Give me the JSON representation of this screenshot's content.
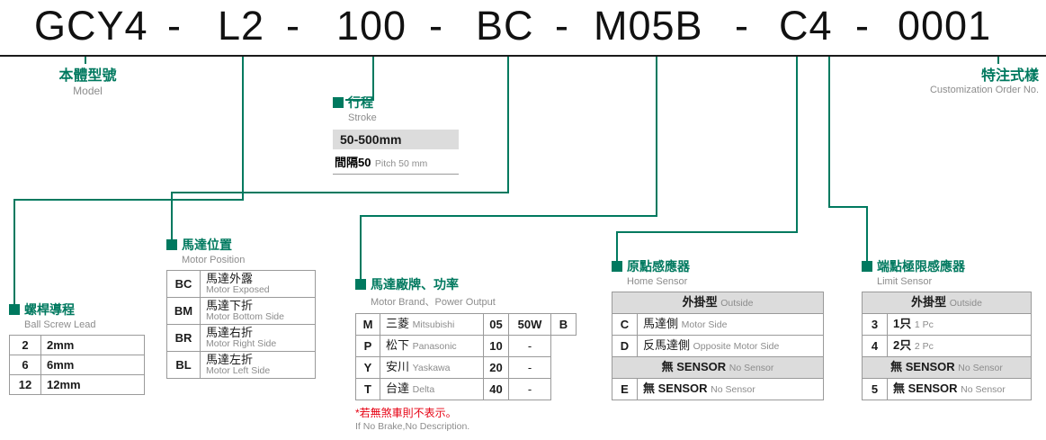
{
  "colors": {
    "accent_green": "#00795f",
    "note_red": "#e60012",
    "header_bg": "#dcdcdc",
    "text_gray": "#8c8c8c"
  },
  "code": {
    "segments": [
      "GCY4",
      "-",
      "L2",
      "-",
      "100",
      "-",
      "BC",
      "-",
      "M05B",
      "-",
      "C4",
      "-",
      "0001"
    ]
  },
  "model": {
    "title_zh": "本體型號",
    "title_en": "Model"
  },
  "customization": {
    "title_zh": "特注式樣",
    "title_en": "Customization Order No."
  },
  "stroke": {
    "title_zh": "行程",
    "title_en": "Stroke",
    "range": "50-500mm",
    "pitch_zh": "間隔50",
    "pitch_en": "Pitch 50 mm"
  },
  "ball_screw": {
    "title_zh": "螺桿導程",
    "title_en": "Ball Screw Lead",
    "rows": [
      {
        "code": "2",
        "value": "2mm"
      },
      {
        "code": "6",
        "value": "6mm"
      },
      {
        "code": "12",
        "value": "12mm"
      }
    ]
  },
  "motor_position": {
    "title_zh": "馬達位置",
    "title_en": "Motor Position",
    "rows": [
      {
        "code": "BC",
        "zh": "馬達外露",
        "en": "Motor Exposed"
      },
      {
        "code": "BM",
        "zh": "馬達下折",
        "en": "Motor Bottom Side"
      },
      {
        "code": "BR",
        "zh": "馬達右折",
        "en": "Motor Right Side"
      },
      {
        "code": "BL",
        "zh": "馬達左折",
        "en": "Motor Left Side"
      }
    ]
  },
  "motor_brand": {
    "title_zh": "馬達廠牌、功率",
    "title_en": "Motor Brand、Power Output",
    "rows": [
      {
        "code": "M",
        "zh": "三菱",
        "en": "Mitsubishi",
        "power_code": "05",
        "power": "50W",
        "brake": "B"
      },
      {
        "code": "P",
        "zh": "松下",
        "en": "Panasonic",
        "power_code": "10",
        "power": "-"
      },
      {
        "code": "Y",
        "zh": "安川",
        "en": "Yaskawa",
        "power_code": "20",
        "power": "-"
      },
      {
        "code": "T",
        "zh": "台達",
        "en": "Delta",
        "power_code": "40",
        "power": "-"
      }
    ],
    "note_zh": "*若無煞車則不表示。",
    "note_en": "If No Brake,No Description."
  },
  "home_sensor": {
    "title_zh": "原點感應器",
    "title_en": "Home Sensor",
    "header_zh": "外掛型",
    "header_en": "Outside",
    "rows": [
      {
        "code": "C",
        "zh": "馬達側",
        "en": "Motor Side"
      },
      {
        "code": "D",
        "zh": "反馬達側",
        "en": "Opposite Motor Side"
      }
    ],
    "divider_zh": "無 SENSOR",
    "divider_en": "No Sensor",
    "last": {
      "code": "E",
      "zh": "無 SENSOR",
      "en": "No Sensor"
    }
  },
  "limit_sensor": {
    "title_zh": "端點極限感應器",
    "title_en": "Limit Sensor",
    "header_zh": "外掛型",
    "header_en": "Outside",
    "rows": [
      {
        "code": "3",
        "zh": "1只",
        "en": "1 Pc"
      },
      {
        "code": "4",
        "zh": "2只",
        "en": "2 Pc"
      }
    ],
    "divider_zh": "無 SENSOR",
    "divider_en": "No Sensor",
    "last": {
      "code": "5",
      "zh": "無 SENSOR",
      "en": "No Sensor"
    }
  }
}
